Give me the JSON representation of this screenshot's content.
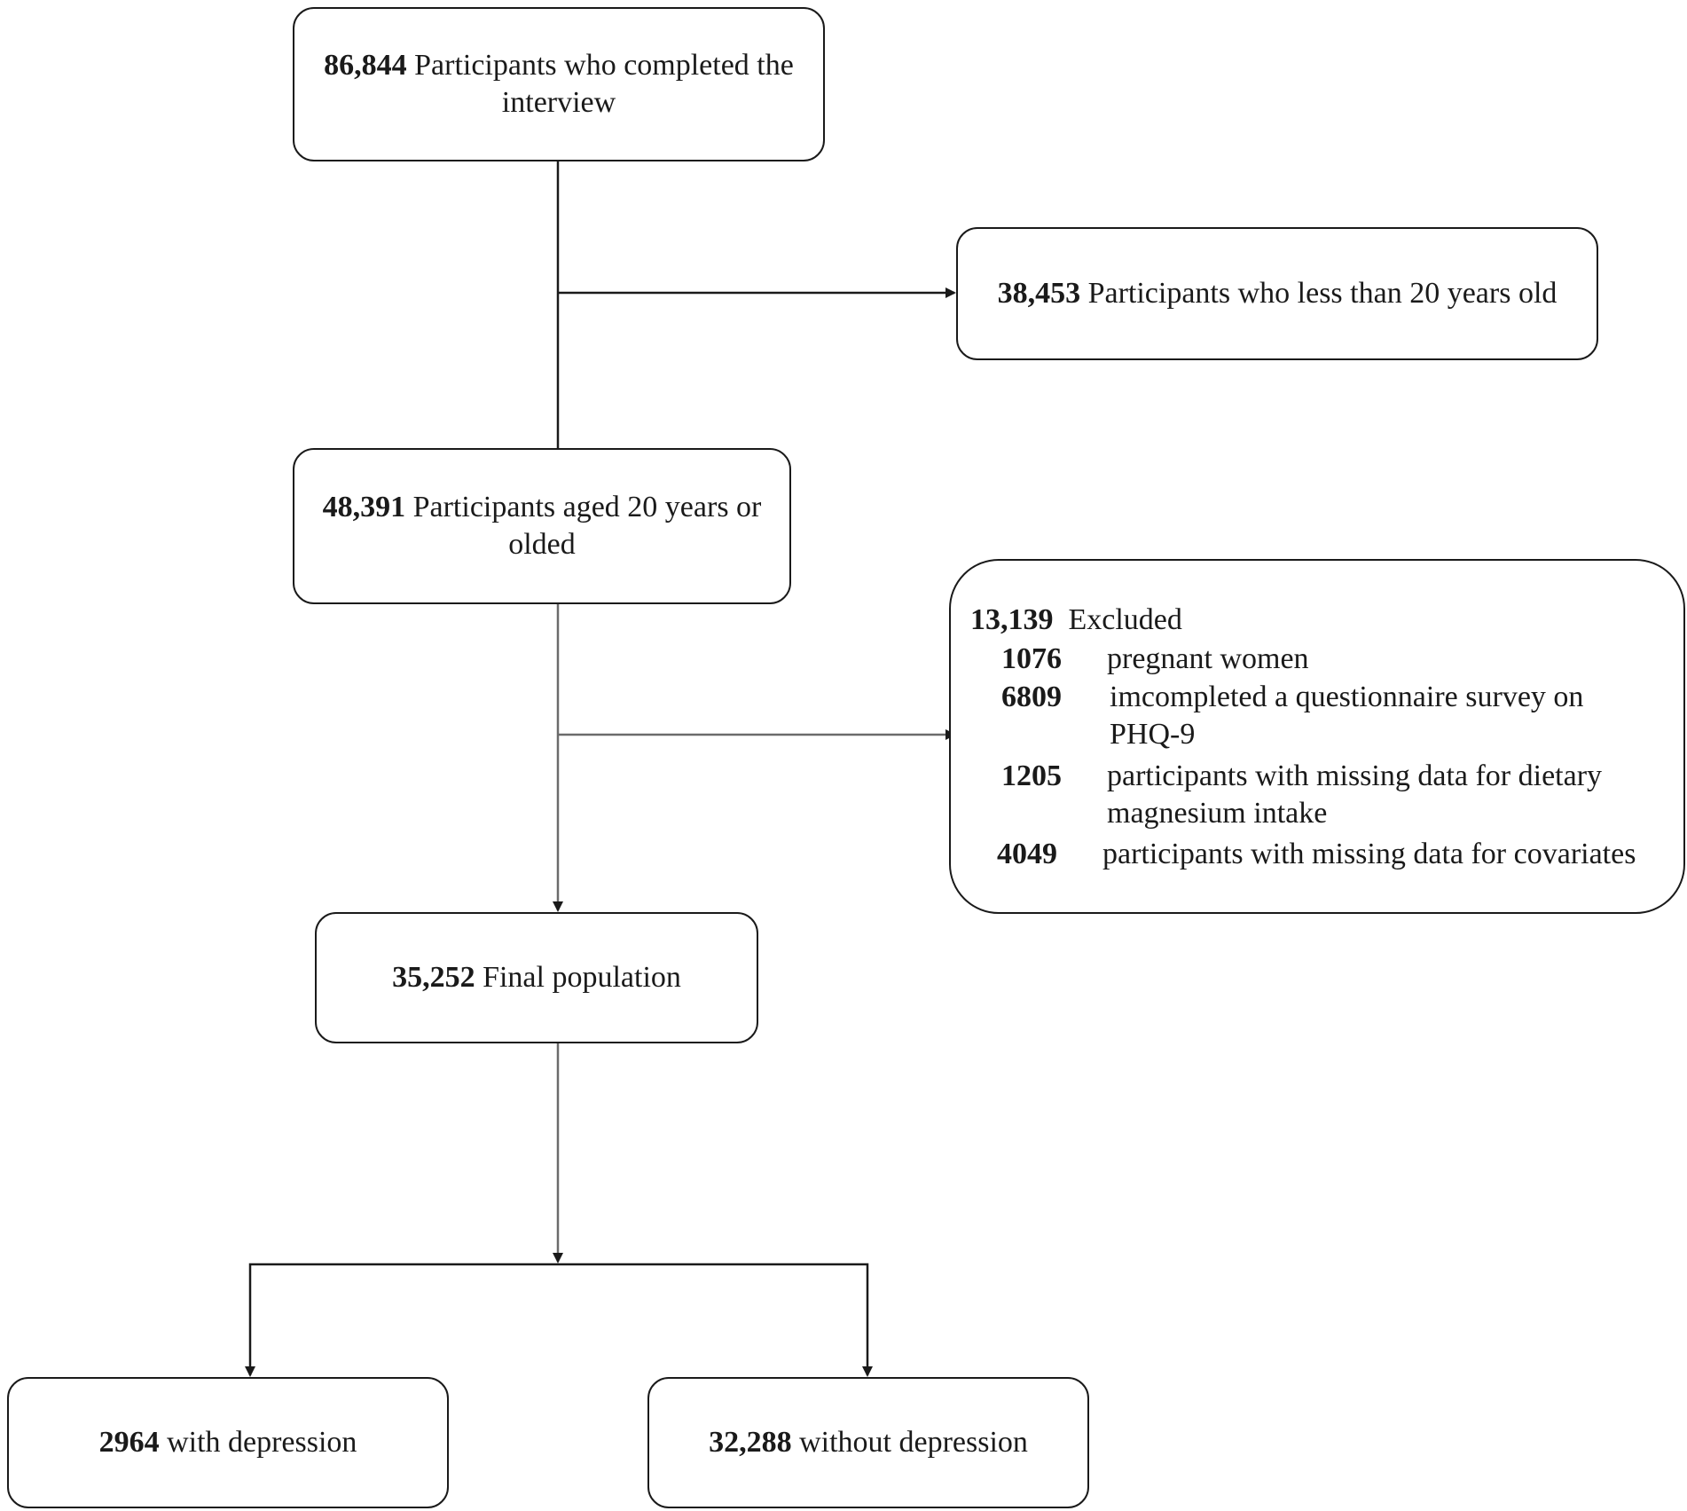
{
  "flowchart": {
    "interview": {
      "count": "86,844",
      "label": "Participants who completed the interview"
    },
    "under_20": {
      "count": "38,453",
      "label": "Participants who less than 20 years old"
    },
    "aged_20": {
      "count": "48,391",
      "label": "Participants aged 20 years or olded"
    },
    "excluded": {
      "count": "13,139",
      "label": "Excluded",
      "items": [
        {
          "count": "1076",
          "label": "pregnant women"
        },
        {
          "count": "6809",
          "label": "imcompleted a questionnaire survey on PHQ-9"
        },
        {
          "count": "1205",
          "label": "participants with missing data for dietary magnesium intake"
        },
        {
          "count": "4049",
          "label": "participants with missing data for covariates"
        }
      ]
    },
    "final": {
      "count": "35,252",
      "label": "Final population"
    },
    "with_depression": {
      "count": "2964",
      "label": "with depression"
    },
    "without_depression": {
      "count": "32,288",
      "label": "without depression"
    }
  },
  "colors": {
    "line": "#1a1a1a",
    "line_grey": "#6b6b6b"
  }
}
